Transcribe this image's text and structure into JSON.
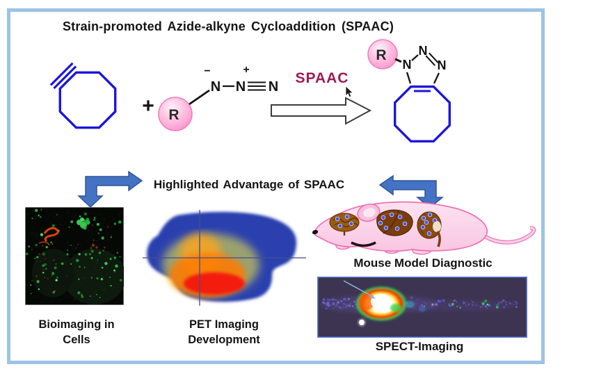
{
  "title": "Strain-promoted Azide-alkyne Cycloaddition (SPAAC)",
  "scheme": {
    "plus_sign": "+",
    "spaac_arrow_label": "SPAAC",
    "azide": {
      "r_label": "R",
      "minus_charge": "−",
      "plus_charge": "+",
      "n1": "N",
      "n2": "N",
      "n3": "N"
    },
    "product": {
      "r_label": "R",
      "n1": "N",
      "n2": "N",
      "n3": "N"
    }
  },
  "advantage_heading": "Highlighted Advantage of SPAAC",
  "panels": {
    "bioimaging_label": "Bioimaging in\nCells",
    "pet_label": "PET Imaging\nDevelopment",
    "mouse_label": "Mouse Model Diagnostic",
    "spect_label": "SPECT-Imaging"
  },
  "colors": {
    "frame_border": "#9DC3E6",
    "structure_blue": "#1B15DC",
    "spaac_text": "#9B1B57",
    "elbow_arrow_fill": "#4472C4",
    "elbow_arrow_stroke": "#2F5597",
    "spect_background": "#3D3452"
  }
}
